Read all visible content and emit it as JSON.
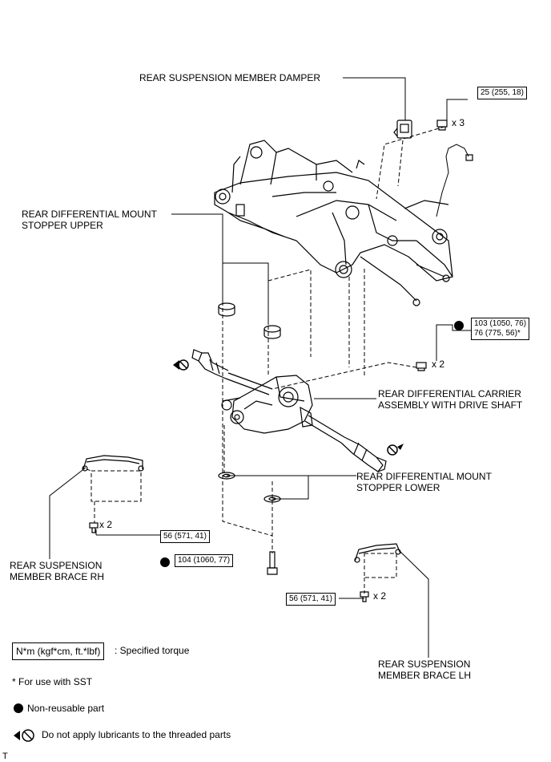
{
  "labels": {
    "damper": "REAR SUSPENSION MEMBER DAMPER",
    "stopper_upper_1": "REAR DIFFERENTIAL MOUNT",
    "stopper_upper_2": "STOPPER UPPER",
    "carrier_1": "REAR DIFFERENTIAL CARRIER",
    "carrier_2": "ASSEMBLY WITH DRIVE SHAFT",
    "stopper_lower_1": "REAR DIFFERENTIAL MOUNT",
    "stopper_lower_2": "STOPPER LOWER",
    "brace_rh_1": "REAR SUSPENSION",
    "brace_rh_2": "MEMBER BRACE RH",
    "brace_lh_1": "REAR SUSPENSION",
    "brace_lh_2": "MEMBER BRACE LH"
  },
  "torques": {
    "damper_bolt": "25 (255, 18)",
    "carrier_bolt_1": "103 (1050, 76)",
    "carrier_bolt_2": "76 (775, 56)*",
    "brace_rh_bolt": "56 (571, 41)",
    "lower_bolt": "104 (1060, 77)",
    "brace_lh_bolt": "56 (571, 41)"
  },
  "quantities": {
    "damper_bolt": "x 3",
    "carrier_bolt": "x 2",
    "brace_rh_bolt": "x 2",
    "brace_lh_bolt": "x 2"
  },
  "legend": {
    "torque_unit": "N*m (kgf*cm, ft.*lbf)",
    "torque_desc": ": Specified torque",
    "sst_note": "* For use with SST",
    "non_reusable": "Non-reusable part",
    "no_lubricant": "Do not apply lubricants to the threaded parts"
  },
  "corner_mark": "T"
}
